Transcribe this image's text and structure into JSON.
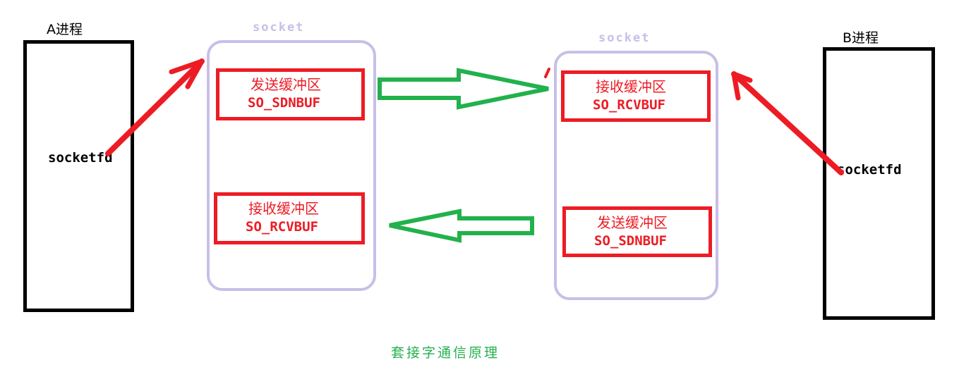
{
  "colors": {
    "red": "#ed1c24",
    "green": "#22b14c",
    "lavender": "#c8bfe7",
    "ink": "#000000"
  },
  "title": "套接字通信原理",
  "process_a": {
    "label": "A进程",
    "fd": "socketfd"
  },
  "process_b": {
    "label": "B进程",
    "fd": "socketfd"
  },
  "socket_left": {
    "label": "socket",
    "top_buffer": {
      "name": "发送缓冲区",
      "option": "SO_SDNBUF"
    },
    "bottom_buffer": {
      "name": "接收缓冲区",
      "option": "SO_RCVBUF"
    }
  },
  "socket_right": {
    "label": "socket",
    "top_buffer": {
      "name": "接收缓冲区",
      "option": "SO_RCVBUF"
    },
    "bottom_buffer": {
      "name": "发送缓冲区",
      "option": "SO_SDNBUF"
    }
  },
  "icons": {
    "a_to_socket_arrow": "red-diagonal-arrow-up-right",
    "send_flow_arrow": "green-hollow-block-arrow-right",
    "recv_flow_arrow": "green-hollow-block-arrow-left",
    "b_to_socket_arrow": "red-diagonal-arrow-up-left"
  }
}
